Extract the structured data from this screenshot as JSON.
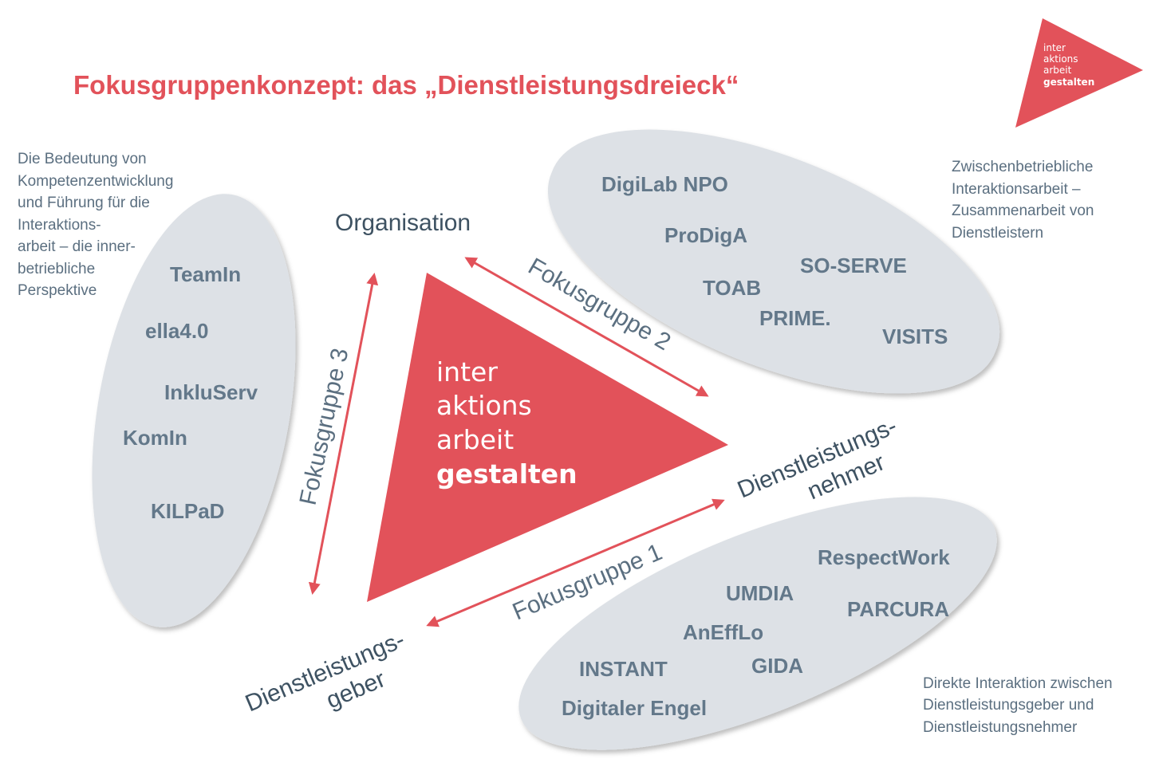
{
  "title": "Fokusgruppenkonzept: das „Dienstleistungsdreieck“",
  "colors": {
    "accent": "#e2525a",
    "text": "#5b6f80",
    "ellipse": "#dde1e6"
  },
  "logo": {
    "lines": [
      "inter",
      "aktions",
      "arbeit",
      "gestalten"
    ]
  },
  "center_logo": {
    "lines": [
      "inter",
      "aktions",
      "arbeit",
      "gestalten"
    ]
  },
  "roles": {
    "organisation": "Organisation",
    "nehmer": [
      "Dienstleistungs-",
      "nehmer"
    ],
    "geber": [
      "Dienstleistungs-",
      "geber"
    ]
  },
  "focus_groups": {
    "fg1": "Fokusgruppe 1",
    "fg2": "Fokusgruppe 2",
    "fg3": "Fokusgruppe 3"
  },
  "notes": {
    "left": [
      "Die Bedeutung von",
      "Kompetenzentwicklung",
      "und Führung für die",
      "Interaktions-",
      "arbeit – die inner-",
      "betriebliche",
      "Perspektive"
    ],
    "top_right": [
      "Zwischenbetriebliche",
      "Interaktionsarbeit –",
      "Zusammenarbeit von",
      "Dienstleistern"
    ],
    "bottom_right": [
      "Direkte Interaktion zwischen",
      "Dienstleistungsgeber und",
      "Dienstleistungsnehmer"
    ]
  },
  "projects": {
    "fg3": [
      "TeamIn",
      "ella4.0",
      "InkluServ",
      "KomIn",
      "KILPaD"
    ],
    "fg2": [
      "DigiLab NPO",
      "ProDigA",
      "SO-SERVE",
      "TOAB",
      "PRIME.",
      "VISITS"
    ],
    "fg1": [
      "RespectWork",
      "UMDIA",
      "PARCURA",
      "AnEffLo",
      "GIDA",
      "INSTANT",
      "Digitaler Engel"
    ]
  }
}
